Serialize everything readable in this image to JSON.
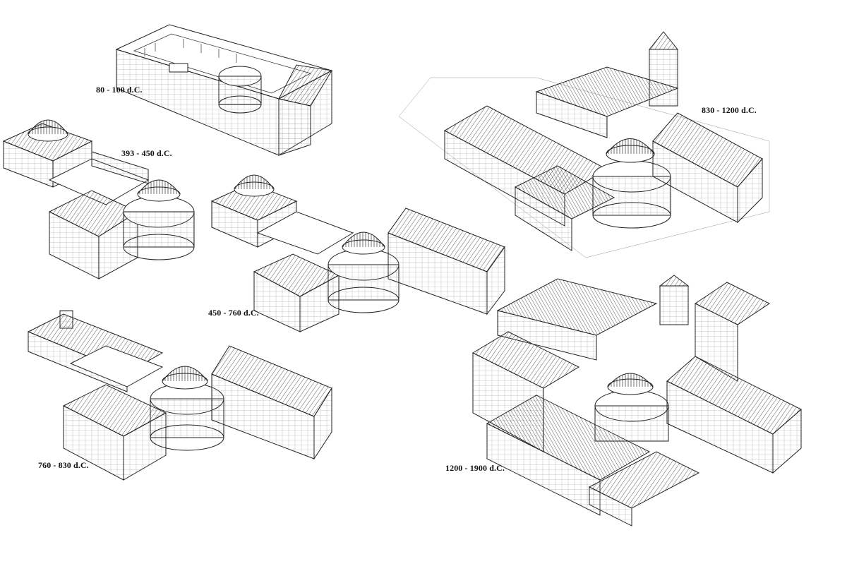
{
  "labels": {
    "phase_1": "80 - 100 d.C.",
    "phase_2": "393 - 450 d.C.",
    "phase_3": "450 - 760 d.C.",
    "phase_4": "760 - 830 d.C.",
    "phase_5": "830 - 1200 d.C.",
    "phase_6": "1200 - 1900 d.C."
  },
  "colors": {
    "ink": "#222222",
    "paper": "#ffffff"
  }
}
